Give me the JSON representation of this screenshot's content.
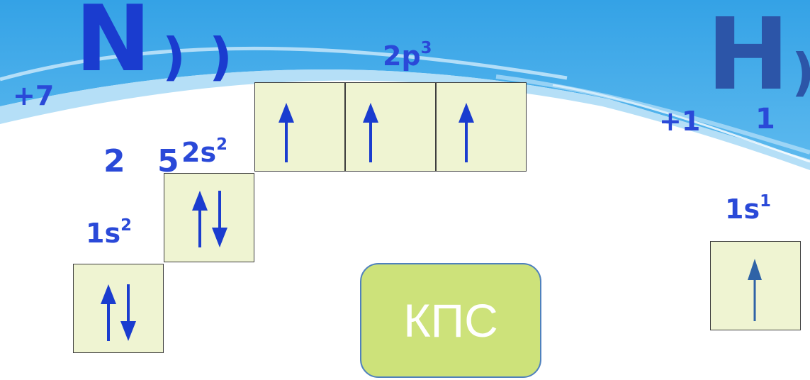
{
  "colors": {
    "label_blue": "#2a49d8",
    "symbol_blue": "#1a3ccf",
    "h_symbol_blue": "#2c55a8",
    "box_fill": "#eff4d2",
    "box_border": "#3d3d3d",
    "arrow_blue": "#1a3ccf",
    "h_arrow_blue": "#2f63a7",
    "button_fill": "#cde27a",
    "button_border": "#4f81bd",
    "header_blue": "#3aa3e4"
  },
  "nitrogen": {
    "symbol": "N",
    "charge": "+7",
    "shells": ") )",
    "electrons_shell1": "2",
    "electrons_shell2": "5",
    "sublevel_1s": {
      "base": "1s",
      "exp": "2"
    },
    "sublevel_2s": {
      "base": "2s",
      "exp": "2"
    },
    "sublevel_2p": {
      "base": "2p",
      "exp": "3"
    },
    "orbital_1s": "up-down",
    "orbital_2s": "up-down",
    "orbitals_2p": [
      "up",
      "up",
      "up"
    ]
  },
  "hydrogen": {
    "symbol": "H",
    "charge": "+1",
    "shells": ")",
    "electrons_shell1": "1",
    "sublevel_1s": {
      "base": "1s",
      "exp": "1"
    },
    "orbital_1s": "up"
  },
  "button": {
    "label": "КПС"
  }
}
